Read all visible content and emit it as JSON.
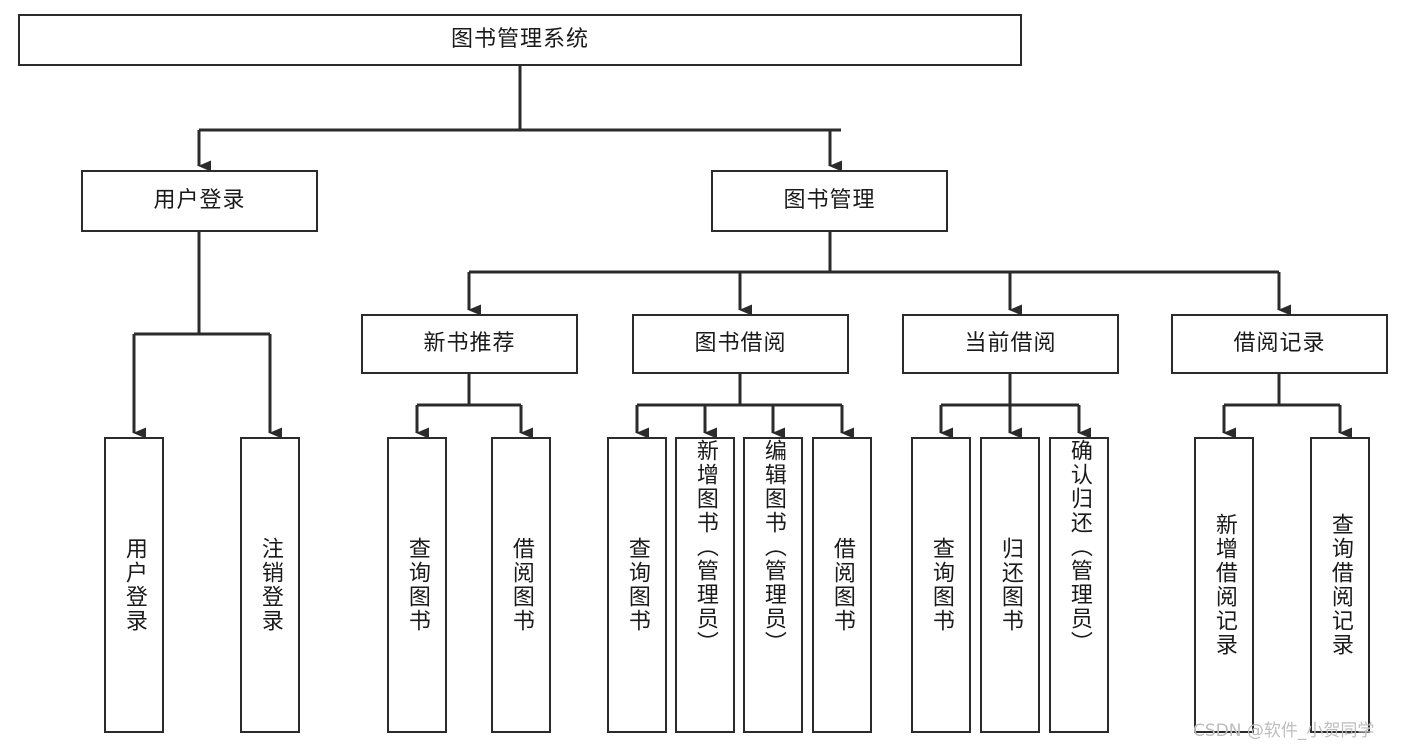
{
  "diagram": {
    "title": "图书管理系统",
    "type": "tree-hierarchy",
    "orientation": "top-down",
    "colors": {
      "box_border": "#2b2b2b",
      "box_fill": "#ffffff",
      "connector": "#2b2b2b",
      "text": "#1a1a1a",
      "background": "#ffffff",
      "watermark": "#bdbdbd"
    },
    "root": {
      "label": "图书管理系统"
    },
    "level2": [
      {
        "label": "用户登录"
      },
      {
        "label": "图书管理"
      }
    ],
    "level3": [
      {
        "label": "新书推荐"
      },
      {
        "label": "图书借阅"
      },
      {
        "label": "当前借阅"
      },
      {
        "label": "借阅记录"
      }
    ],
    "leaves": {
      "user_login": [
        {
          "label": "用户登录"
        },
        {
          "label": "注销登录"
        }
      ],
      "new_book_recommend": [
        {
          "label": "查询图书"
        },
        {
          "label": "借阅图书"
        }
      ],
      "book_borrow": [
        {
          "label": "查询图书"
        },
        {
          "label": "新增图书（管理员）"
        },
        {
          "label": "编辑图书（管理员）"
        },
        {
          "label": "借阅图书"
        }
      ],
      "current_borrow": [
        {
          "label": "查询图书"
        },
        {
          "label": "归还图书"
        },
        {
          "label": "确认归还（管理员）"
        }
      ],
      "borrow_record": [
        {
          "label": "新增借阅记录"
        },
        {
          "label": "查询借阅记录"
        }
      ]
    }
  },
  "watermark": {
    "text": "CSDN @软件_小贺同学"
  }
}
